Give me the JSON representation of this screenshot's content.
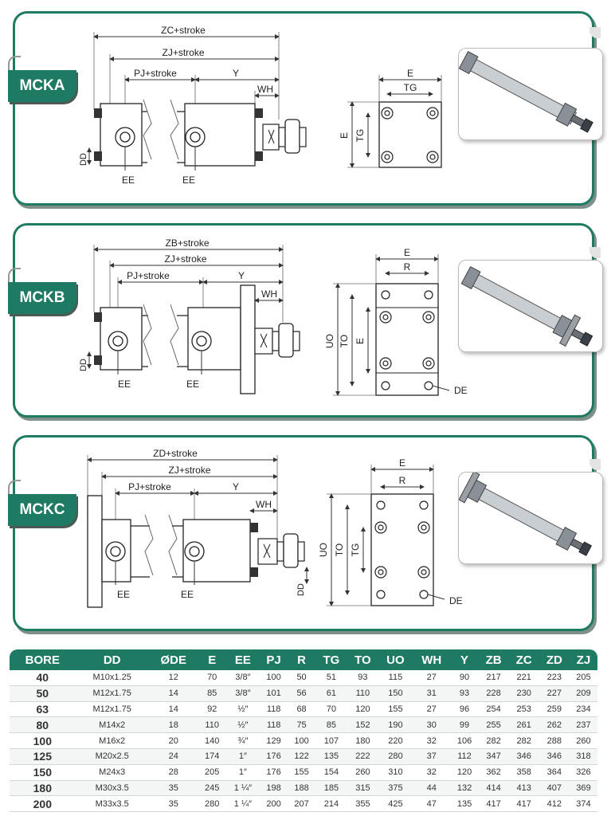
{
  "panels": [
    {
      "label": "MCKA",
      "dims": {
        "top": "ZC+stroke",
        "second": "ZJ+stroke",
        "pj": "PJ+stroke",
        "y": "Y",
        "wh": "WH",
        "dd": "DD",
        "ee1": "EE",
        "ee2": "EE"
      },
      "end_view": {
        "e_top": "E",
        "inner": "TG",
        "e_side": "E",
        "tg_side": "TG"
      }
    },
    {
      "label": "MCKB",
      "dims": {
        "top": "ZB+stroke",
        "second": "ZJ+stroke",
        "pj": "PJ+stroke",
        "y": "Y",
        "wh": "WH",
        "dd": "DD",
        "ee1": "EE",
        "ee2": "EE"
      },
      "end_view": {
        "e_top": "E",
        "inner": "R",
        "uo": "UO",
        "to": "TO",
        "e_side": "E",
        "de": "DE"
      }
    },
    {
      "label": "MCKC",
      "dims": {
        "top": "ZD+stroke",
        "second": "ZJ+stroke",
        "pj": "PJ+stroke",
        "y": "Y",
        "wh": "WH",
        "dd": "DD",
        "ee1": "EE",
        "ee2": "EE"
      },
      "end_view": {
        "e_top": "E",
        "inner": "R",
        "uo": "UO",
        "to": "TO",
        "tg_side": "TG",
        "de": "DE"
      }
    }
  ],
  "table": {
    "headers": [
      "BORE",
      "DD",
      "ØDE",
      "E",
      "EE",
      "PJ",
      "R",
      "TG",
      "TO",
      "UO",
      "WH",
      "Y",
      "ZB",
      "ZC",
      "ZD",
      "ZJ"
    ],
    "rows": [
      [
        "40",
        "M10x1.25",
        "12",
        "70",
        "3/8″",
        "100",
        "50",
        "51",
        "93",
        "115",
        "27",
        "90",
        "217",
        "221",
        "223",
        "205"
      ],
      [
        "50",
        "M12x1.75",
        "14",
        "85",
        "3/8″",
        "101",
        "56",
        "61",
        "110",
        "150",
        "31",
        "93",
        "228",
        "230",
        "227",
        "209"
      ],
      [
        "63",
        "M12x1.75",
        "14",
        "92",
        "½″",
        "118",
        "68",
        "70",
        "120",
        "155",
        "27",
        "96",
        "254",
        "253",
        "259",
        "234"
      ],
      [
        "80",
        "M14x2",
        "18",
        "110",
        "½″",
        "118",
        "75",
        "85",
        "152",
        "190",
        "30",
        "99",
        "255",
        "261",
        "262",
        "237"
      ],
      [
        "100",
        "M16x2",
        "20",
        "140",
        "¾″",
        "129",
        "100",
        "107",
        "180",
        "220",
        "32",
        "106",
        "282",
        "282",
        "288",
        "260"
      ],
      [
        "125",
        "M20x2.5",
        "24",
        "174",
        "1″",
        "176",
        "122",
        "135",
        "222",
        "280",
        "37",
        "112",
        "347",
        "346",
        "346",
        "318"
      ],
      [
        "150",
        "M24x3",
        "28",
        "205",
        "1″",
        "176",
        "155",
        "154",
        "260",
        "310",
        "32",
        "120",
        "362",
        "358",
        "364",
        "326"
      ],
      [
        "180",
        "M30x3.5",
        "35",
        "245",
        "1 ¼″",
        "198",
        "188",
        "185",
        "315",
        "375",
        "44",
        "132",
        "414",
        "413",
        "407",
        "369"
      ],
      [
        "200",
        "M33x3.5",
        "35",
        "280",
        "1 ¼″",
        "200",
        "207",
        "214",
        "355",
        "425",
        "47",
        "135",
        "417",
        "417",
        "412",
        "374"
      ]
    ]
  },
  "colors": {
    "accent": "#1f7a63",
    "shadow": "#7f8f8a"
  }
}
